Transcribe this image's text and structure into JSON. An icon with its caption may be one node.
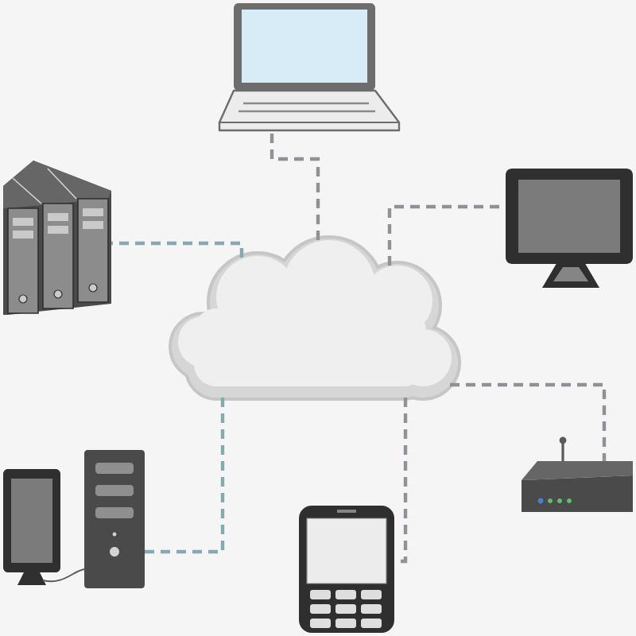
{
  "diagram": {
    "nodes": [
      {
        "text": [],
        "shape": "picture"
      },
      {
        "text": [],
        "shape": "picture"
      },
      {
        "text": [],
        "shape": "picture"
      },
      {
        "text": [],
        "shape": "cloud"
      },
      {
        "text": [],
        "shape": "picture"
      },
      {
        "text": [],
        "shape": "picture"
      },
      {
        "text": [],
        "shape": "picture"
      }
    ],
    "edges": [
      {
        "from": 3,
        "to": 0,
        "arrow": "none",
        "style": "dashed"
      },
      {
        "from": 3,
        "to": 1,
        "arrow": "none",
        "style": "dashed",
        "color": "#84a9b1"
      },
      {
        "from": 3,
        "to": 2,
        "arrow": "none",
        "style": "dashed"
      },
      {
        "from": 3,
        "to": 5,
        "arrow": "none",
        "style": "dashed"
      },
      {
        "from": 3,
        "to": 6,
        "arrow": "none",
        "style": "dashed"
      },
      {
        "from": 3,
        "to": 4,
        "arrow": "none",
        "style": "dashed",
        "color": "#84a9b1"
      }
    ]
  }
}
